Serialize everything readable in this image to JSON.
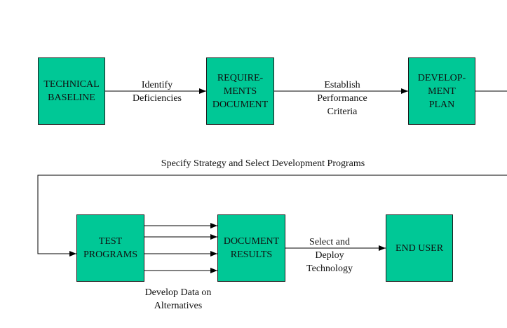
{
  "colors": {
    "box_fill": "#00c896",
    "line": "#000000"
  },
  "nodes": {
    "technical_baseline": "TECHNICAL\nBASELINE",
    "requirements_document": "REQUIRE-\nMENTS\nDOCUMENT",
    "development_plan": "DEVELOP-\nMENT\nPLAN",
    "test_programs": "TEST\nPROGRAMS",
    "document_results": "DOCUMENT\nRESULTS",
    "end_user": "END USER"
  },
  "edges": {
    "identify_deficiencies": "Identify\nDeficiencies",
    "establish_performance_criteria": "Establish\nPerformance\nCriteria",
    "specify_strategy": "Specify Strategy and Select Development Programs",
    "select_and_deploy": "Select and\nDeploy\nTechnology",
    "develop_data": "Develop Data on\nAlternatives"
  }
}
